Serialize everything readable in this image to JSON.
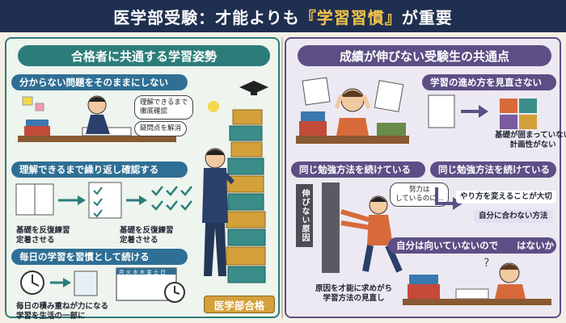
{
  "title": {
    "prefix": "医学部受験：才能よりも",
    "highlight": "『学習習慣』",
    "suffix": "が重要"
  },
  "left_panel": {
    "header": "合格者に共通する学習姿勢",
    "section1": {
      "title": "分からない問題をそのままにしない",
      "bubble_line1": "理解できるまで",
      "bubble_line2": "徹底確認",
      "bubble2": "疑問点を解消"
    },
    "section2": {
      "title": "理解できるまで繰り返し確認する",
      "caption_a1": "基礎を反復練習",
      "caption_a2": "定着させる",
      "caption_b1": "基礎を反復練習",
      "caption_b2": "定着させる"
    },
    "section3": {
      "title": "毎日の学習を習慣として続ける",
      "caption1": "毎日の積み重ねが力になる",
      "caption2": "学習を生活の一部に",
      "calendar_header": "月 火 水 木 金 土 日"
    },
    "goal_label": "医学部合格"
  },
  "right_panel": {
    "header": "成績が伸びない受験生の共通点",
    "section1": {
      "title": "学習の進め方を見直さない",
      "caption1": "基礎が固まっていない",
      "caption2": "計画性がない"
    },
    "section2": {
      "title": "同じ勉強方法を続けている",
      "bubble_line1": "努力は",
      "bubble_line2": "しているのに…",
      "vertical_label": "伸びない原因"
    },
    "section3": {
      "title": "同じ勉強方法を続けている",
      "caption1": "やり方を変えることが大切",
      "caption2": "自分に合わない方法"
    },
    "section4": {
      "title": "自分は向いていないので　　はないか",
      "caption1": "原因を才能に求めがち",
      "caption2": "学習方法の見直し"
    }
  },
  "colors": {
    "title_bg": "#1f2f4f",
    "highlight": "#f3c44b",
    "teal": "#2c7d7a",
    "blue": "#2f6f95",
    "purple": "#5c4f86",
    "gold": "#d4a03a"
  }
}
